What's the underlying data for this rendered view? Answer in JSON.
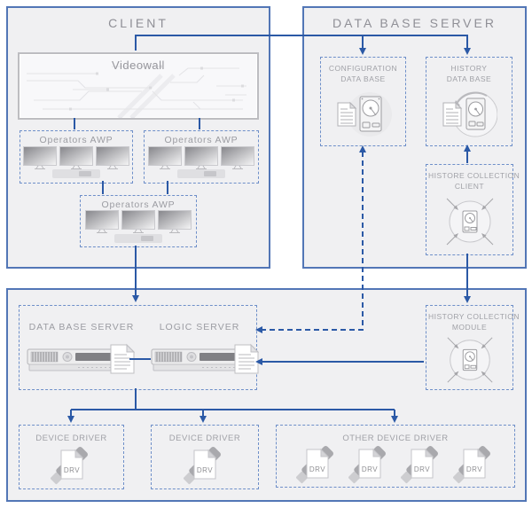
{
  "client": {
    "title": "CLIENT",
    "videowall_label": "Videowall",
    "awp_boxes": [
      {
        "label": "Operators AWP"
      },
      {
        "label": "Operators AWP"
      },
      {
        "label": "Operators AWP"
      }
    ]
  },
  "database_server": {
    "title": "DATA BASE SERVER",
    "configuration_db": {
      "line1": "CONFIGURATION",
      "line2": "DATA BASE"
    },
    "history_db": {
      "line1": "HISTORY",
      "line2": "DATA BASE"
    },
    "histore_collection_client": {
      "line1": "HISTORE COLLECTION",
      "line2": "CLIENT"
    }
  },
  "application_server": {
    "database_server_label": "DATA BASE SERVER",
    "logic_server_label": "LOGIC SERVER",
    "history_collection_module": {
      "line1": "HISTORY COLLECTION",
      "line2": "MODULE"
    },
    "device_driver_1_label": "DEVICE DRIVER",
    "device_driver_2_label": "DEVICE DRIVER",
    "other_device_driver_label": "OTHER DEVICE DRIVER",
    "drv_badge": "DRV"
  },
  "colors": {
    "connector_blue": "#2b59a6",
    "panel_border_blue": "#5276b6",
    "dashed_border_blue": "#6e8fc9",
    "panel_background": "#f0f0f2",
    "label_gray": "#a0a1a7",
    "icon_gray": "#9c9ca0"
  },
  "icons": {
    "monitor-icon": "widescreen display with stand",
    "console-icon": "operator keyboard console bar",
    "database-disk-icon": "hard disk drive with document inside circle",
    "history-disk-icon": "hard disk drive with document and circular arrow",
    "collection-icon": "hard disk with four inward-pointing arrows in a circle",
    "server-rack-icon": "rack server unit with document",
    "drv-file-icon": "DRV driver file page with connector plug",
    "videowall-icon": "video wall screen with circuit traces"
  }
}
